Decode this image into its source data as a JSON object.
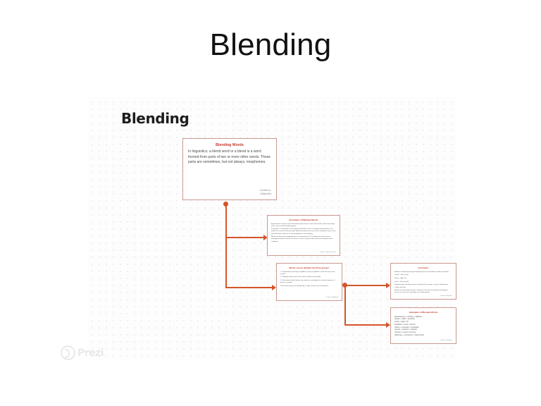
{
  "slide": {
    "title": "Blending"
  },
  "canvas": {
    "heading": "Blending",
    "watermark": "Prezi",
    "accent_color": "#d4552a",
    "card_border_color": "#c89a8e",
    "card_title_color": "#c0392b"
  },
  "cards": {
    "blending_words": {
      "title": "Blending Words",
      "body": "In linguistics, a blend word or a blend is a word formed from parts of two or more other words. These parts are sometimes, but not always, morphemes.",
      "credit_line1": "Credits to:",
      "credit_line2": "Wikipedia"
    },
    "types": {
      "title": "Formation of Blended Words",
      "paragraphs": [
        "A portmanteau word is a word formed from parts of two or more other words, with the meanings of the source words blended together.",
        "In linguistics, a morpheme is the smallest grammatical unit in a language. A morpheme is not identical to a word, and the principal difference between the two is that a morpheme may or may not stand alone, whereas a word, by definition, is freestanding.",
        "Blends are formed by combining parts of existing words. The resulting new word carries a meaning that draws on both of its sources, and is usually shorter than the two original words combined."
      ],
      "credit": "Credits to: ahdictionary.com"
    },
    "groups": {
      "title": "Words can be divided into three groups:",
      "items": [
        "1. Compounds (consisting of syllables or parts of syllables cut from the two source words);",
        "2. Clippings (where parts of the source words are truncated);",
        "3. Portmanteau blends (where two words are overlapped at a shared sequence of letters or sounds).",
        "These three groups are identified by a single common structural pattern."
      ],
      "credit": "Credits to: Wikipedia"
    },
    "formation": {
      "title": "Formation",
      "paragraphs": [
        "A blend is formed by joining the beginning of one word with the ending of another.",
        "smoke + fog = smog",
        "binary + digit = bit",
        "motor + hotel = motel",
        "In blend words, two distinct parts are joined. For example, 'smog' is formed from 'smoke' and 'fog'.",
        "Blends are particularly common in informal, technical and commercial language, where new names for new things are needed quickly."
      ],
      "credit": "Credits to: Wikipedia"
    },
    "examples": {
      "title": "Examples of Blended Words",
      "words": [
        "advertisement + infotion = adfliction",
        "beauty + utility = beautility",
        "binary + digit = bit",
        "breakfast + lunch = brunch",
        "calorie + executive = porkcader",
        "cinema + complex = cineplex",
        "channel + tunnel = chunnel",
        "diplomacy + economics = diplonomics"
      ],
      "credit": "Credits to: Wikipedia"
    }
  },
  "connectors": {
    "hub_label_1": "branch-hub-top",
    "hub_label_2": "branch-hub-right"
  }
}
